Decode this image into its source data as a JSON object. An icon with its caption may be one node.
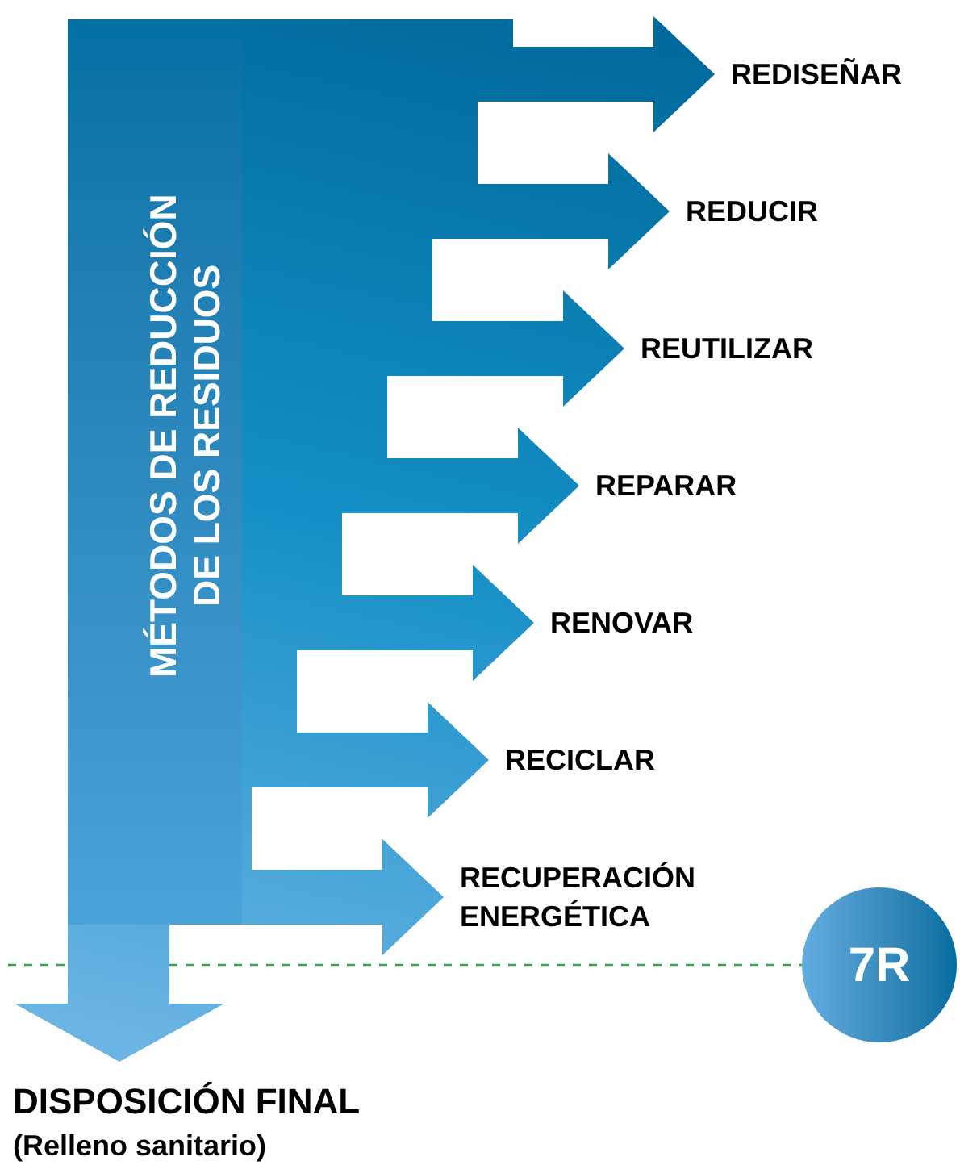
{
  "diagram": {
    "nodes": [
      {
        "text": [
          "MÉTODOS DE REDUCCIÓN DE LOS RESIDUOS"
        ]
      },
      {
        "text": [
          "REDISEÑAR"
        ]
      },
      {
        "text": [
          "REDUCIR"
        ]
      },
      {
        "text": [
          "REUTILIZAR"
        ]
      },
      {
        "text": [
          "REPARAR"
        ]
      },
      {
        "text": [
          "RENOVAR"
        ]
      },
      {
        "text": [
          "RECICLAR"
        ]
      },
      {
        "text": [
          "RECUPERACIÓN ENERGÉTICA"
        ]
      },
      {
        "text": [
          "DISPOSICIÓN FINAL",
          "(Relleno sanitario)"
        ]
      },
      {
        "text": [
          "7R"
        ]
      }
    ],
    "edges": [
      {
        "from": 0,
        "to": 1,
        "arrow": "to"
      },
      {
        "from": 0,
        "to": 2,
        "arrow": "to"
      },
      {
        "from": 0,
        "to": 3,
        "arrow": "to"
      },
      {
        "from": 0,
        "to": 4,
        "arrow": "to"
      },
      {
        "from": 0,
        "to": 5,
        "arrow": "to"
      },
      {
        "from": 0,
        "to": 6,
        "arrow": "to"
      },
      {
        "from": 0,
        "to": 7,
        "arrow": "to"
      },
      {
        "from": 0,
        "to": 8,
        "arrow": "to"
      }
    ]
  }
}
